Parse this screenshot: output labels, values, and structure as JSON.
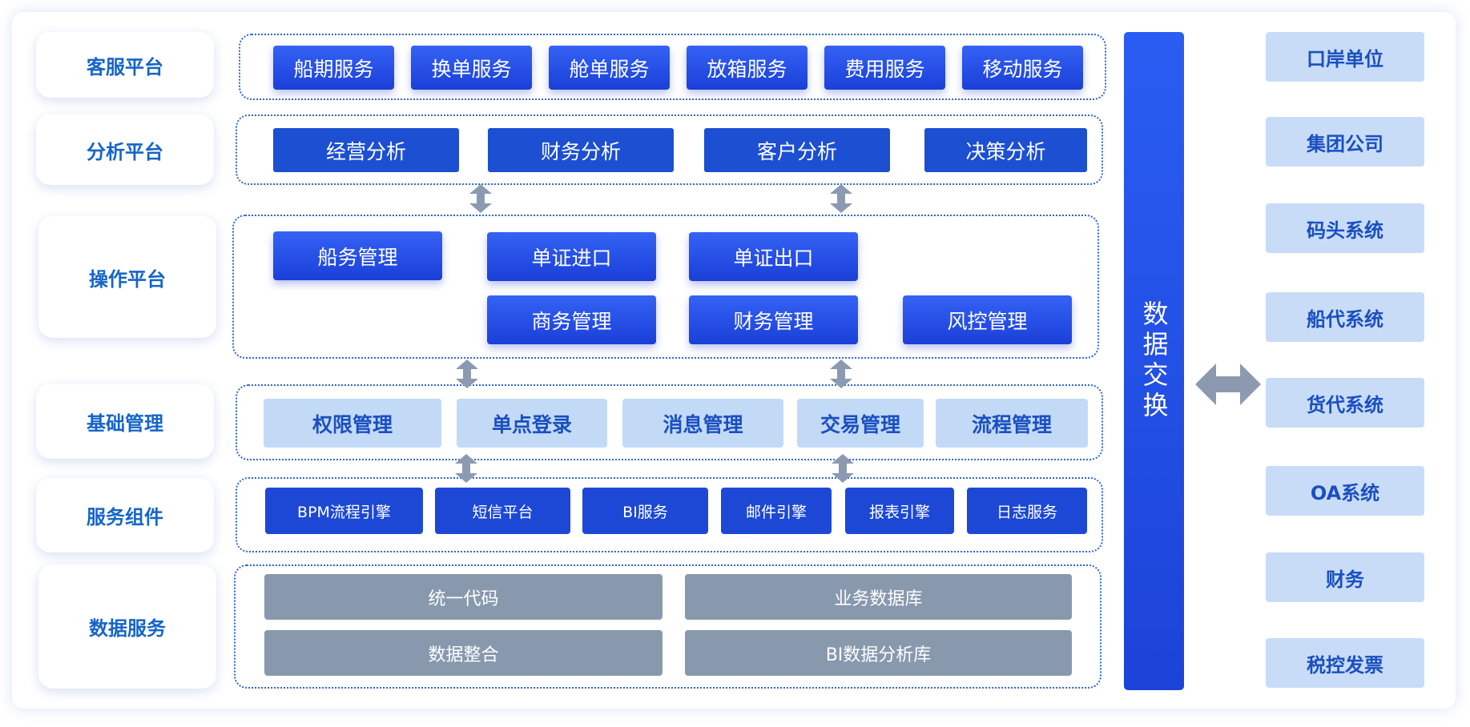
{
  "layers": [
    {
      "label": "客服平台",
      "items": [
        "船期服务",
        "换单服务",
        "舱单服务",
        "放箱服务",
        "费用服务",
        "移动服务"
      ]
    },
    {
      "label": "分析平台",
      "items": [
        "经营分析",
        "财务分析",
        "客户分析",
        "决策分析"
      ]
    },
    {
      "label": "操作平台",
      "items": [
        "船务管理",
        "单证进口",
        "单证出口",
        "商务管理",
        "财务管理",
        "风控管理"
      ]
    },
    {
      "label": "基础管理",
      "items": [
        "权限管理",
        "单点登录",
        "消息管理",
        "交易管理",
        "流程管理"
      ]
    },
    {
      "label": "服务组件",
      "items": [
        "BPM流程引擎",
        "短信平台",
        "BI服务",
        "邮件引擎",
        "报表引擎",
        "日志服务"
      ]
    },
    {
      "label": "数据服务",
      "items": [
        "统一代码",
        "业务数据库",
        "数据整合",
        "BI数据分析库"
      ]
    }
  ],
  "exchange": {
    "label": "数据交换"
  },
  "external": [
    "口岸单位",
    "集团公司",
    "码头系统",
    "船代系统",
    "货代系统",
    "OA系统",
    "财务",
    "税控发票"
  ],
  "colors": {
    "primary": "#1c4fd2",
    "light": "#c3daf7",
    "gray": "#8899ae",
    "label": "#1565c8",
    "arrow": "#8b9ab0"
  }
}
